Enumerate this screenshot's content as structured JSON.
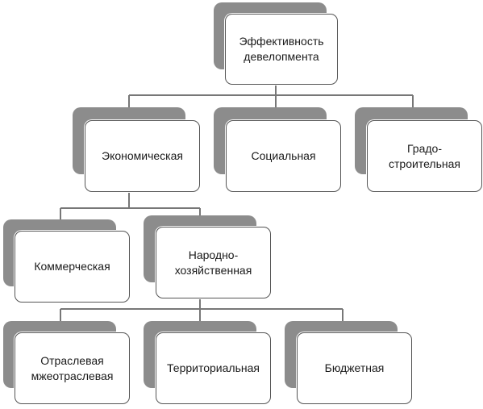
{
  "diagram": {
    "nodes": {
      "root": "Эффективность\nдевелопмента",
      "economic": "Экономическая",
      "social": "Социальная",
      "urban": "Градо-\nстроительная",
      "commercial": "Коммерческая",
      "national": "Народно-\nхозяйственная",
      "sectoral": "Отраслевая\nмжеотраслевая",
      "territorial": "Территориальная",
      "budget": "Бюджетная"
    },
    "colors": {
      "shadow": "#8c8c8c",
      "border": "#555555",
      "connector": "#777777"
    }
  }
}
